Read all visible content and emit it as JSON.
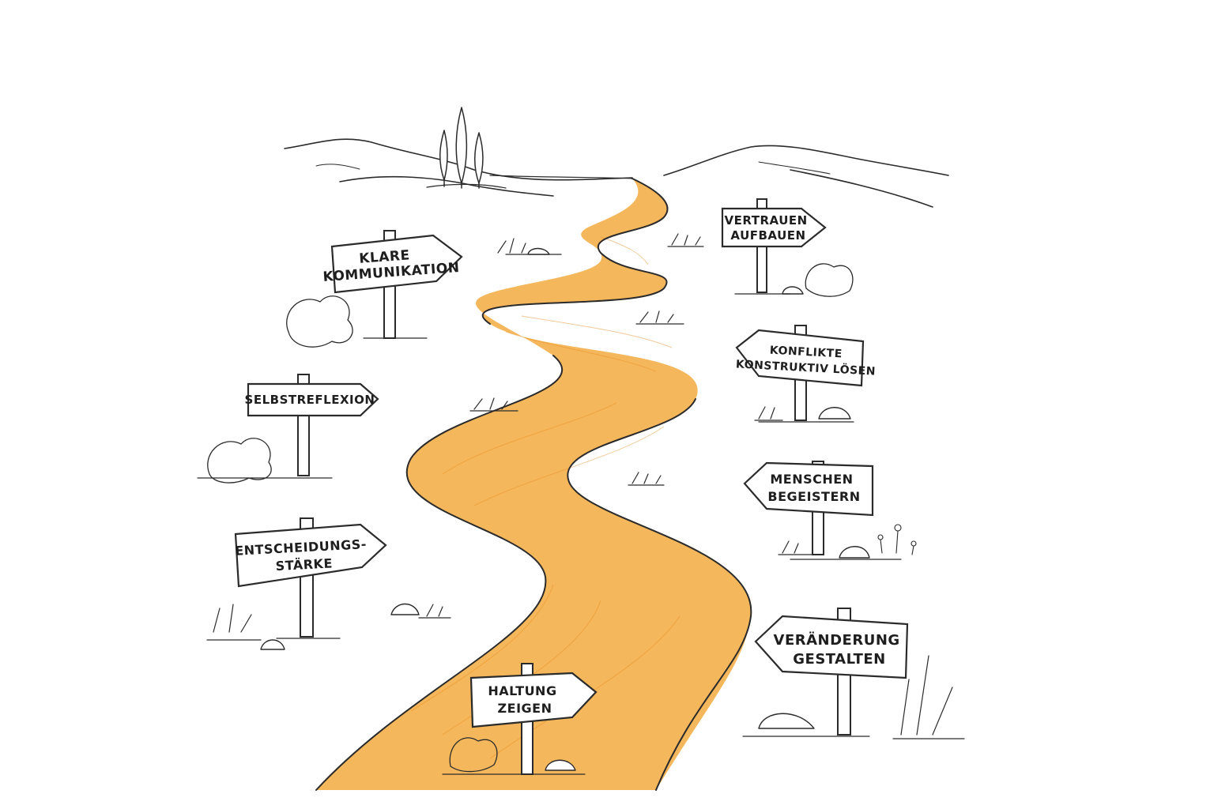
{
  "colors": {
    "road": "#f2a93b",
    "road_stroke": "#e8922a",
    "ink": "#2b2b2b",
    "sign_fill": "#ffffff",
    "background": "#ffffff"
  },
  "signs": [
    {
      "id": "klare-kommunikation",
      "direction": "right",
      "lines": [
        "KLARE",
        "KOMMUNIKATION"
      ]
    },
    {
      "id": "vertrauen-aufbauen",
      "direction": "right",
      "lines": [
        "VERTRAUEN",
        "AUFBAUEN"
      ]
    },
    {
      "id": "selbstreflexion",
      "direction": "right",
      "lines": [
        "SELBSTREFLEXION"
      ]
    },
    {
      "id": "konflikte-konstruktiv-loesen",
      "direction": "left",
      "lines": [
        "KONFLIKTE",
        "KONSTRUKTIV LÖSEN"
      ]
    },
    {
      "id": "entscheidungsstaerke",
      "direction": "right",
      "lines": [
        "ENTSCHEIDUNGS-",
        "STÄRKE"
      ]
    },
    {
      "id": "menschen-begeistern",
      "direction": "left",
      "lines": [
        "MENSCHEN",
        "BEGEISTERN"
      ]
    },
    {
      "id": "veraenderung-gestalten",
      "direction": "left",
      "lines": [
        "VERÄNDERUNG",
        "GESTALTEN"
      ]
    },
    {
      "id": "haltung-zeigen",
      "direction": "right",
      "lines": [
        "HALTUNG",
        "ZEIGEN"
      ]
    }
  ],
  "icons": [
    "cypress-trees-icon",
    "hills-icon",
    "winding-road-icon",
    "bush-icon",
    "rock-icon",
    "grass-tuft-icon",
    "flower-icon"
  ]
}
